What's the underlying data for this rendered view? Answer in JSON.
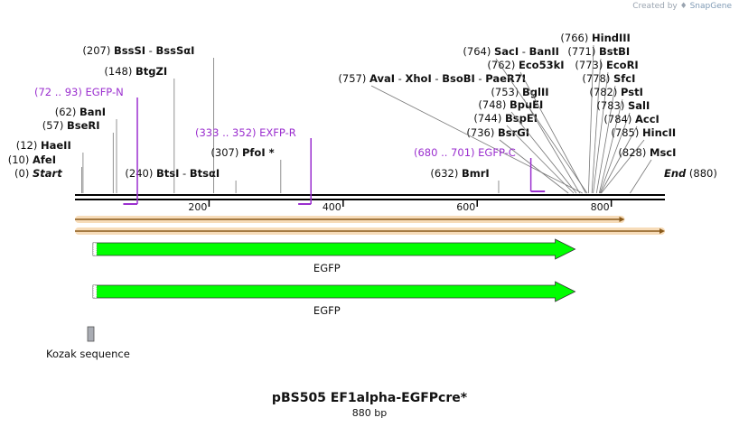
{
  "credit": {
    "prefix": "Created by",
    "brand": "SnapGene"
  },
  "title": "pBS505 EF1alpha-EGFPcre*",
  "subtitle": "880 bp",
  "sequence_length": 880,
  "ruler_ticks": [
    200,
    400,
    600,
    800
  ],
  "colors": {
    "backbone": "#000000",
    "feature": "#00ff00",
    "primer": "#9b2fcf",
    "orf": "#f0c080",
    "kozak": "#a9acb3"
  },
  "sites": [
    {
      "pos": "(0)",
      "names": [
        "Start"
      ],
      "italic": true,
      "bp": 0
    },
    {
      "pos": "(10)",
      "names": [
        "AfeI"
      ],
      "bp": 10
    },
    {
      "pos": "(12)",
      "names": [
        "HaeII"
      ],
      "bp": 12
    },
    {
      "pos": "(57)",
      "names": [
        "BseRI"
      ],
      "bp": 57
    },
    {
      "pos": "(62)",
      "names": [
        "BanI"
      ],
      "bp": 62
    },
    {
      "pos": "(148)",
      "names": [
        "BtgZI"
      ],
      "bp": 148
    },
    {
      "pos": "(207)",
      "names": [
        "BssSI",
        "BssSαI"
      ],
      "bp": 207
    },
    {
      "pos": "(240)",
      "names": [
        "BtsI",
        "BtsαI"
      ],
      "bp": 240
    },
    {
      "pos": "(307)",
      "names": [
        "PfoI *"
      ],
      "bp": 307
    },
    {
      "pos": "(632)",
      "names": [
        "BmrI"
      ],
      "bp": 632
    },
    {
      "pos": "(736)",
      "names": [
        "BsrGI"
      ],
      "bp": 736
    },
    {
      "pos": "(744)",
      "names": [
        "BspEI"
      ],
      "bp": 744
    },
    {
      "pos": "(748)",
      "names": [
        "BpuEI"
      ],
      "bp": 748
    },
    {
      "pos": "(753)",
      "names": [
        "BglII"
      ],
      "bp": 753
    },
    {
      "pos": "(757)",
      "names": [
        "AvaI",
        "XhoI",
        "BsoBI",
        "PaeR7I"
      ],
      "bp": 757
    },
    {
      "pos": "(762)",
      "names": [
        "Eco53kI"
      ],
      "bp": 762
    },
    {
      "pos": "(764)",
      "names": [
        "SacI",
        "BanII"
      ],
      "bp": 764
    },
    {
      "pos": "(766)",
      "names": [
        "HindIII"
      ],
      "bp": 766
    },
    {
      "pos": "(771)",
      "names": [
        "BstBI"
      ],
      "bp": 771
    },
    {
      "pos": "(773)",
      "names": [
        "EcoRI"
      ],
      "bp": 773
    },
    {
      "pos": "(778)",
      "names": [
        "SfcI"
      ],
      "bp": 778
    },
    {
      "pos": "(782)",
      "names": [
        "PstI"
      ],
      "bp": 782
    },
    {
      "pos": "(783)",
      "names": [
        "SalI"
      ],
      "bp": 783
    },
    {
      "pos": "(784)",
      "names": [
        "AccI"
      ],
      "bp": 784
    },
    {
      "pos": "(785)",
      "names": [
        "HincII"
      ],
      "bp": 785
    },
    {
      "pos": "(828)",
      "names": [
        "MscI"
      ],
      "bp": 828
    },
    {
      "pos": "(880)",
      "names": [
        "End"
      ],
      "italic": true,
      "bp": 880
    }
  ],
  "primers": [
    {
      "range": "(72 .. 93)",
      "name": "EGFP-N",
      "start": 72,
      "end": 93,
      "direction": "forward"
    },
    {
      "range": "(333 .. 352)",
      "name": "EXFP-R",
      "start": 333,
      "end": 352,
      "direction": "reverse"
    },
    {
      "range": "(680 .. 701)",
      "name": "EGFP-C",
      "start": 680,
      "end": 701,
      "direction": "forward"
    }
  ],
  "orfs": [
    {
      "start": 0,
      "end": 820,
      "direction": "forward"
    },
    {
      "start": 0,
      "end": 880,
      "direction": "forward"
    }
  ],
  "features": [
    {
      "label": "EGFP",
      "start": 27,
      "end": 746,
      "direction": "forward"
    },
    {
      "label": "EGFP",
      "start": 27,
      "end": 746,
      "direction": "forward"
    }
  ],
  "kozak": {
    "label": "Kozak sequence",
    "start": 20,
    "end": 30
  }
}
